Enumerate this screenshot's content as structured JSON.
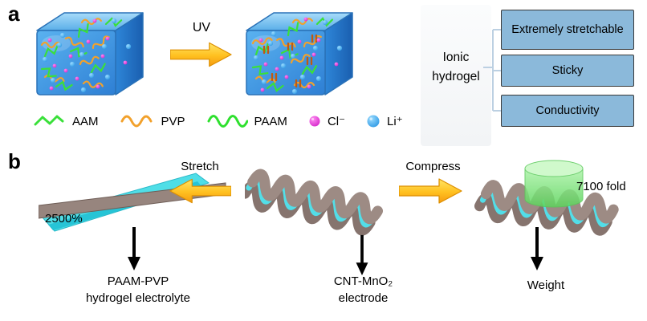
{
  "panel_a": {
    "label": "a",
    "uv_label": "UV",
    "legend": [
      {
        "label": "AAM"
      },
      {
        "label": "PVP"
      },
      {
        "label": "PAAM"
      },
      {
        "label": "Cl⁻"
      },
      {
        "label": "Li⁺"
      }
    ],
    "ionic_hydrogel": {
      "line1": "Ionic",
      "line2": "hydrogel"
    },
    "properties": [
      {
        "label": "Extremely stretchable"
      },
      {
        "label": "Sticky"
      },
      {
        "label": "Conductivity"
      }
    ]
  },
  "panel_b": {
    "label": "b",
    "stretch_label": "Stretch",
    "compress_label": "Compress",
    "stretch_ratio": "2500%",
    "compress_fold": "7100 fold",
    "electrolyte": {
      "line1": "PAAM-PVP",
      "line2": "hydrogel electrolyte"
    },
    "electrode": {
      "line1": "CNT-MnO₂",
      "line2": "electrode"
    },
    "weight_label": "Weight"
  },
  "colors": {
    "cube_blue": "#3f9ee8",
    "hydrogel_cyan": "#41dce6",
    "electrode_taupe": "#97857e",
    "weight_green": "#7ce87c",
    "arrow_yellow": "#ffcc33",
    "property_box_blue": "#8bb9da",
    "cl_magenta": "#e03ad0",
    "li_blue": "#35aaf0",
    "aam_green": "#3ae03a",
    "pvp_orange": "#f2a12c",
    "paam_green": "#2ee02e"
  }
}
